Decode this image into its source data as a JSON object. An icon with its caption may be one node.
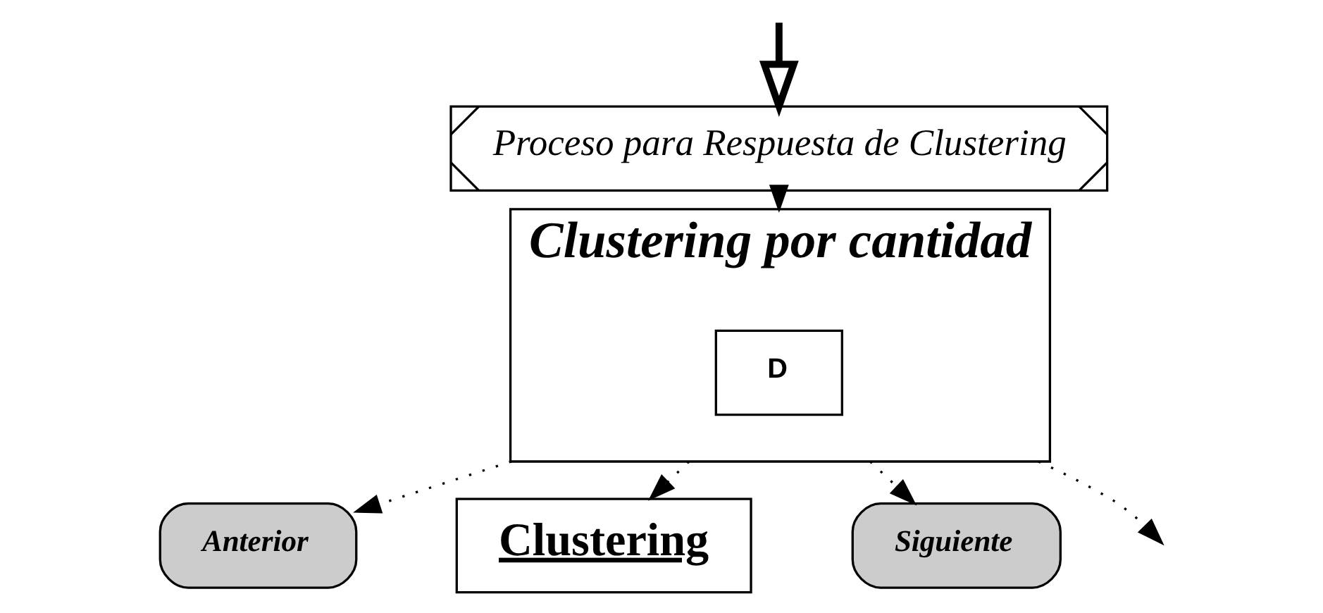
{
  "diagram": {
    "nodes": [
      {
        "text": [
          "Proceso para Respuesta de Clustering"
        ]
      },
      {
        "text": [
          "Clustering por cantidad"
        ]
      },
      {
        "text": [
          "D"
        ],
        "in": 1
      },
      {
        "text": [
          "Anterior"
        ]
      },
      {
        "text": [
          "Clustering"
        ]
      },
      {
        "text": [
          "Siguiente"
        ]
      }
    ],
    "edges": [
      {
        "from": null,
        "to": 0,
        "arrow": "to",
        "style": "thick"
      },
      {
        "from": 0,
        "to": 1,
        "arrow": "to"
      },
      {
        "from": 1,
        "to": 3,
        "arrow": "to",
        "style": "dashed"
      },
      {
        "from": 1,
        "to": 4,
        "arrow": "to",
        "style": "dashed"
      },
      {
        "from": 1,
        "to": 5,
        "arrow": "to",
        "style": "dashed"
      },
      {
        "from": 1,
        "to": null,
        "arrow": "to",
        "style": "dashed"
      }
    ]
  }
}
